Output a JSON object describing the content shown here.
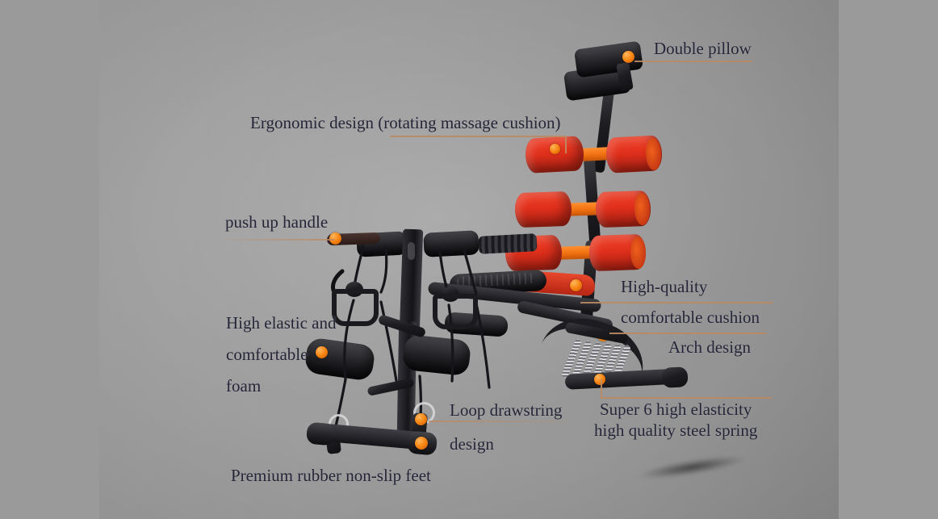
{
  "image": {
    "subject": "six-pack-care abdominal exercise machine",
    "background_color": "#9a9a9a",
    "photo_background_color": "#a0a0a0",
    "text_color": "#252539",
    "leader_line_color": "#bb8a63",
    "accent_red": "#e0301c",
    "accent_orange": "#f0700f",
    "frame_black": "#1d1d21",
    "spring_silver": "#cfcfd2"
  },
  "callouts": [
    {
      "id": "double-pillow",
      "text": "Double pillow"
    },
    {
      "id": "ergonomic-design",
      "text": "Ergonomic design (rotating massage cushion)"
    },
    {
      "id": "push-up-handle",
      "text": "push up handle"
    },
    {
      "id": "high-elastic-foam",
      "line1": "High elastic and",
      "line2": "comfortable",
      "line3": "foam"
    },
    {
      "id": "high-quality-cushion",
      "line1": "High-quality",
      "line2": "comfortable cushion"
    },
    {
      "id": "arch-design",
      "text": "Arch design"
    },
    {
      "id": "steel-spring",
      "line1": "Super 6 high elasticity",
      "line2": "high quality steel spring"
    },
    {
      "id": "loop-drawstring",
      "line1": "Loop drawstring",
      "line2": "design"
    },
    {
      "id": "rubber-feet",
      "text": "Premium rubber non-slip feet"
    }
  ]
}
